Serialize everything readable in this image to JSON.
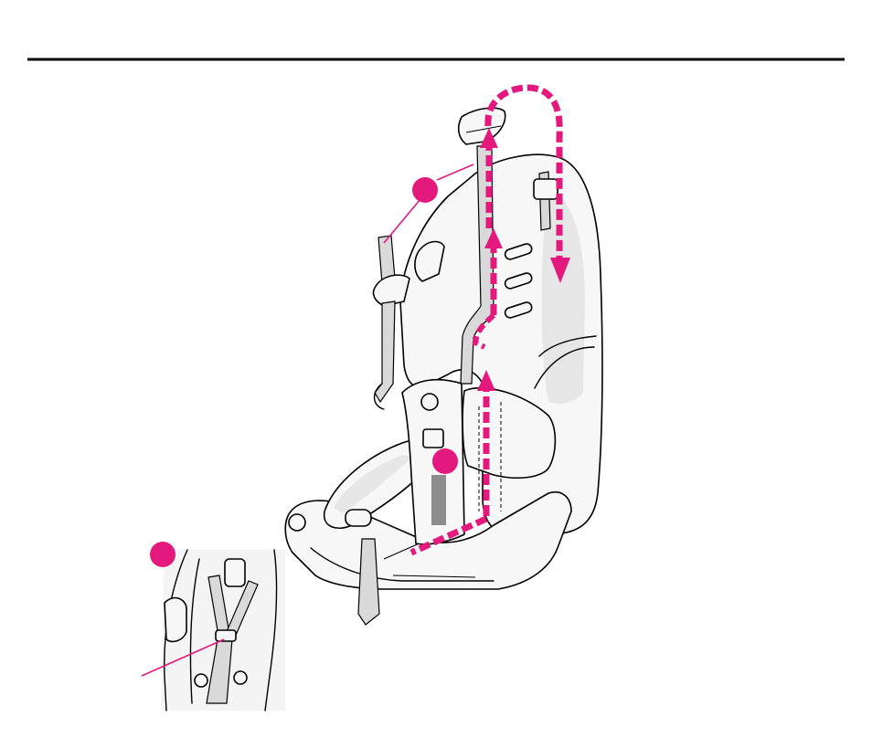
{
  "colors": {
    "accent": "#e4197d",
    "ink": "#000000",
    "paper": "#ffffff"
  },
  "callouts": [
    {
      "id": "headrest-strap",
      "label": ""
    },
    {
      "id": "seat-back-slot",
      "label": ""
    },
    {
      "id": "detail-inset",
      "label": ""
    }
  ]
}
